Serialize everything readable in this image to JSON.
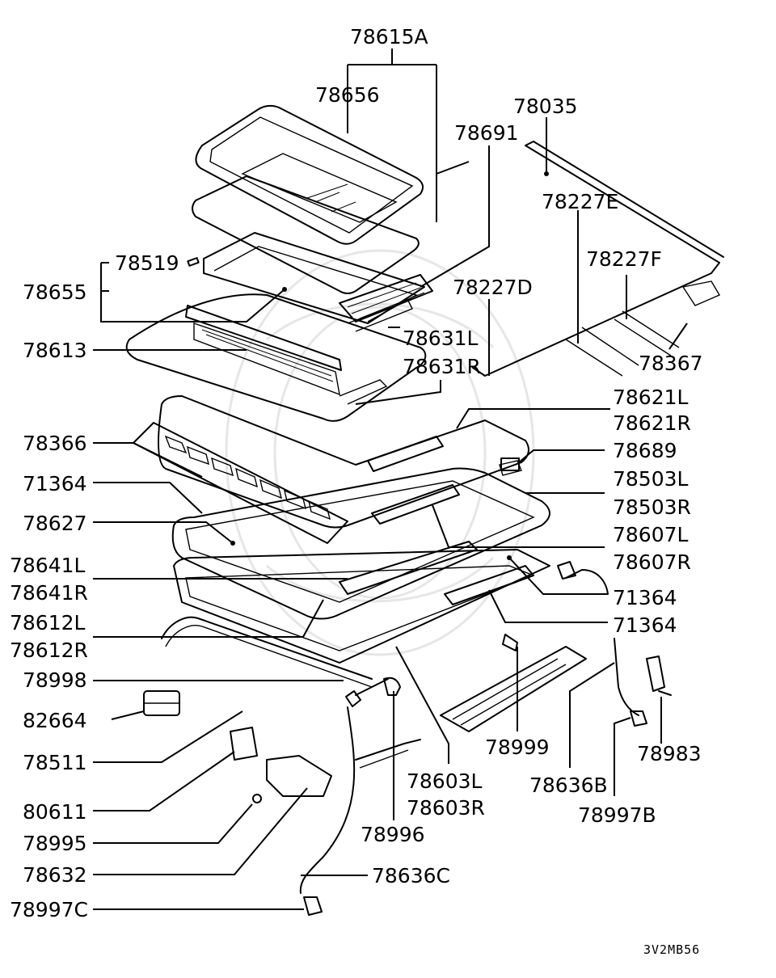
{
  "diagram_code": "3V2MB56",
  "callouts": {
    "c78615A": "78615A",
    "c78656": "78656",
    "c78035": "78035",
    "c78691": "78691",
    "c78227E": "78227E",
    "c78519": "78519",
    "c78227F": "78227F",
    "c78655": "78655",
    "c78227D": "78227D",
    "c78631L": "78631L",
    "c78613": "78613",
    "c78367": "78367",
    "c78631R": "78631R",
    "c78621L": "78621L",
    "c78621R": "78621R",
    "c78366": "78366",
    "c78689": "78689",
    "c71364a": "71364",
    "c78503L": "78503L",
    "c78503R": "78503R",
    "c78627": "78627",
    "c78607L": "78607L",
    "c78607R": "78607R",
    "c78641L": "78641L",
    "c78641R": "78641R",
    "c71364b": "71364",
    "c78612L": "78612L",
    "c71364c": "71364",
    "c78612R": "78612R",
    "c78998": "78998",
    "c82664": "82664",
    "c78983": "78983",
    "c78999": "78999",
    "c78511": "78511",
    "c78603L": "78603L",
    "c78636B": "78636B",
    "c80611": "80611",
    "c78603R": "78603R",
    "c78997B": "78997B",
    "c78995": "78995",
    "c78996": "78996",
    "c78632": "78632",
    "c78636C": "78636C",
    "c78997C": "78997C"
  }
}
